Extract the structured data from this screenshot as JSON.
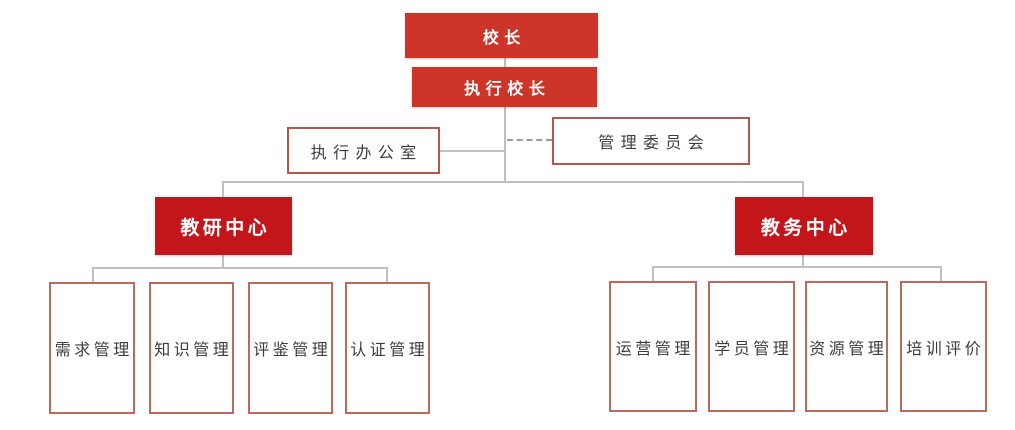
{
  "diagram": {
    "type": "org-chart",
    "nodes": {
      "principal": {
        "label": "校长"
      },
      "executive_principal": {
        "label": "执行校长"
      },
      "executive_office": {
        "label": "执行办公室"
      },
      "management_committee": {
        "label": "管理委员会"
      },
      "teaching_research_center": {
        "label": "教研中心"
      },
      "academic_affairs_center": {
        "label": "教务中心"
      },
      "left_children": [
        {
          "label": "需求管理"
        },
        {
          "label": "知识管理"
        },
        {
          "label": "评鉴管理"
        },
        {
          "label": "认证管理"
        }
      ],
      "right_children": [
        {
          "label": "运营管理"
        },
        {
          "label": "学员管理"
        },
        {
          "label": "资源管理"
        },
        {
          "label": "培训评价"
        }
      ]
    },
    "edges": {
      "management_committee_link_style": "dashed",
      "default_link_style": "solid"
    },
    "colors": {
      "primary_red": "#cd3528",
      "center_red": "#c2161a",
      "outline_border": "#b5564b",
      "child_border": "#ba6a5e",
      "connector_gray": "#c2c0be",
      "dashed_gray": "#9e9c9a",
      "text_dark": "#3d3d3d",
      "text_white": "#ffffff",
      "background": "#ffffff"
    }
  }
}
